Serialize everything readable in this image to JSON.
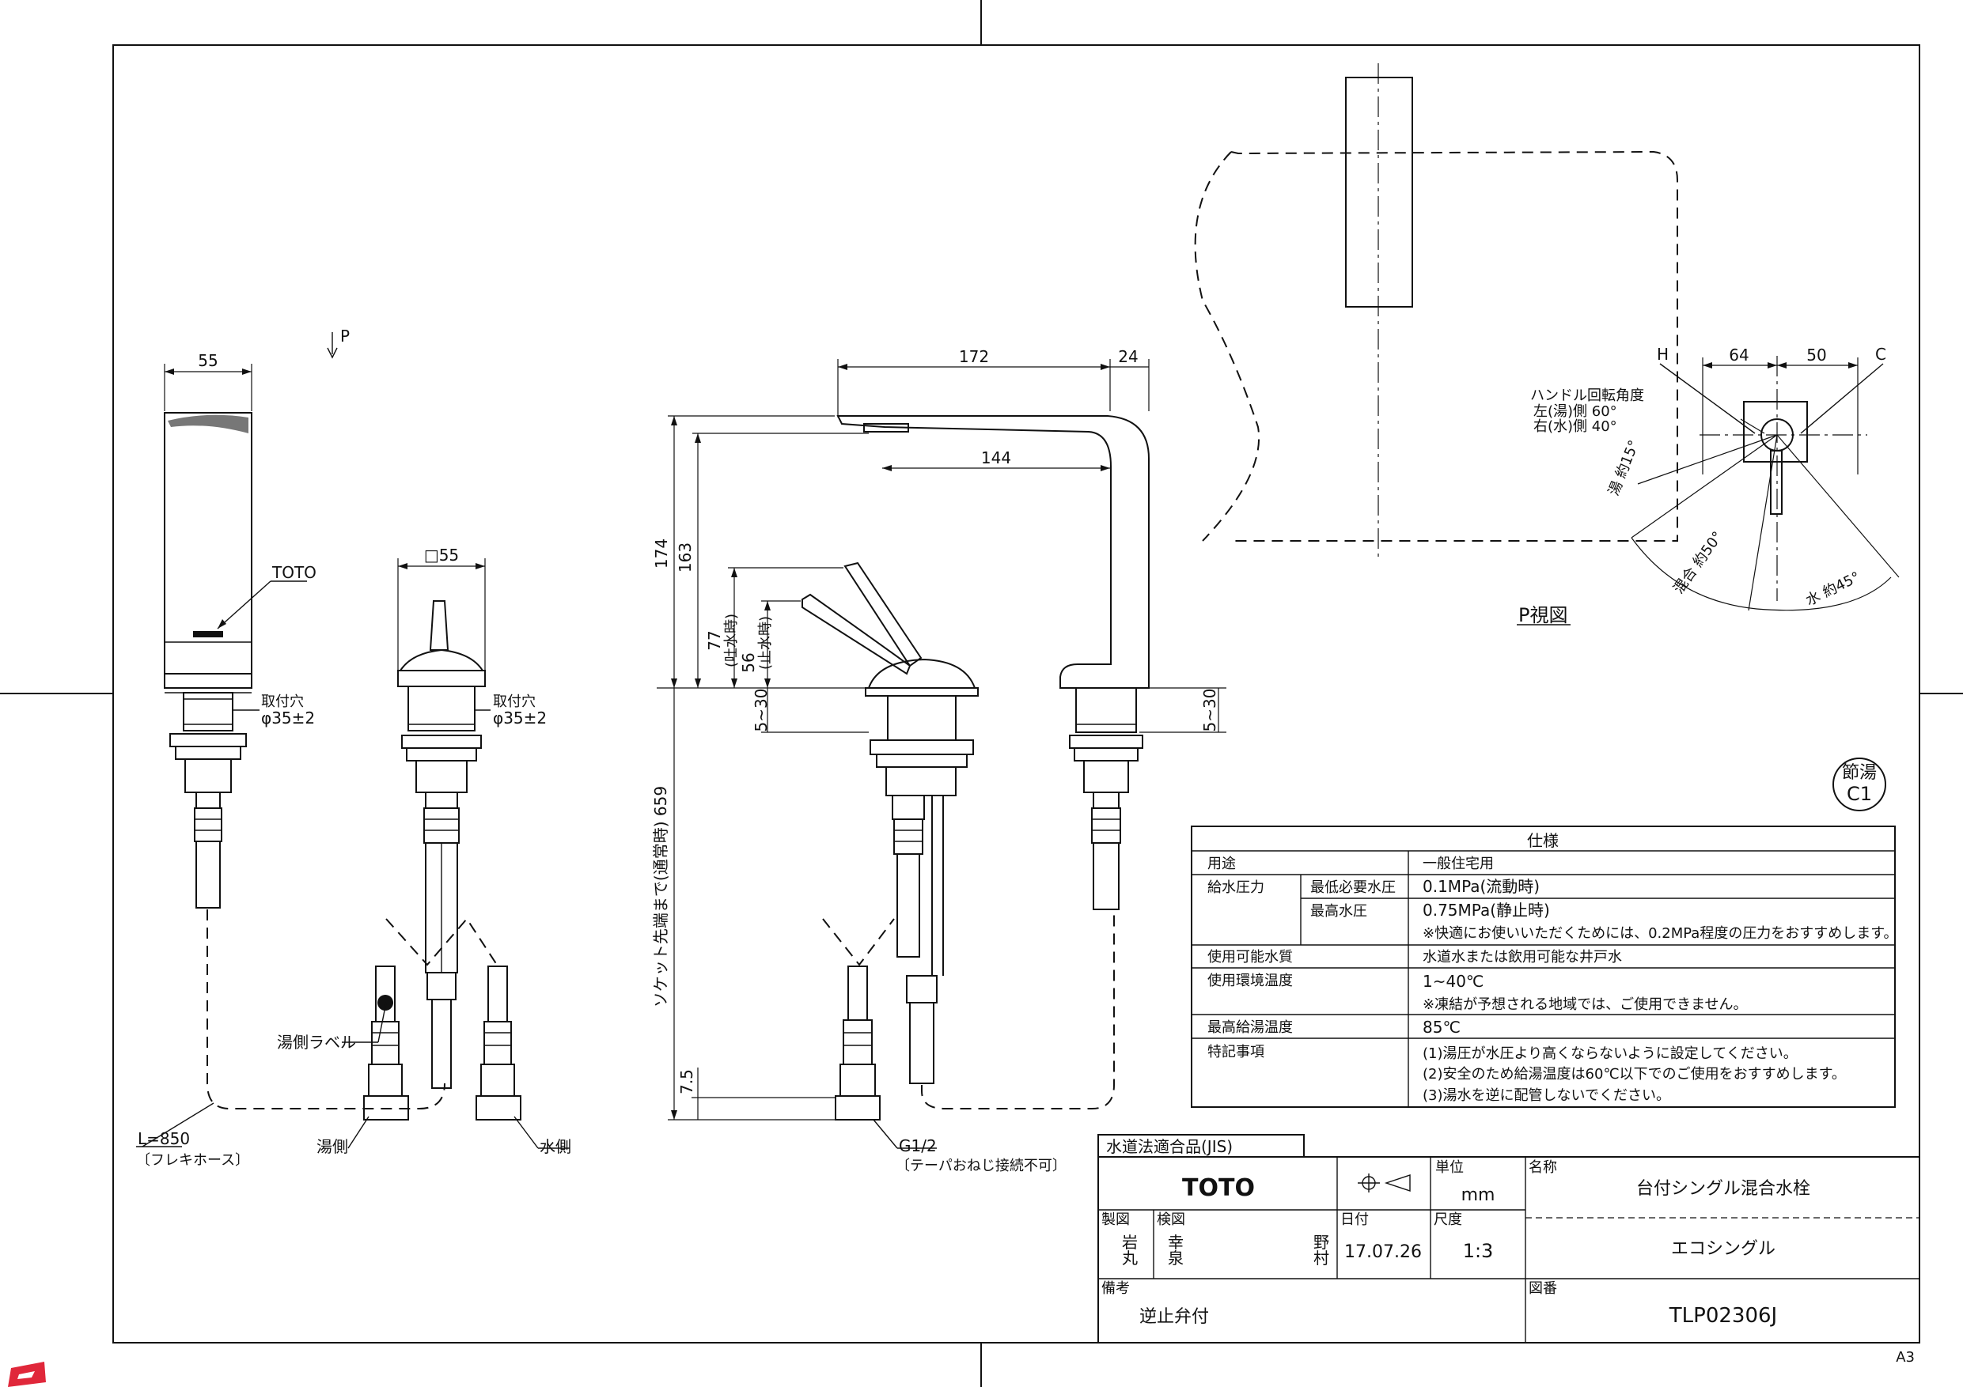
{
  "views": {
    "p_arrow_label": "P",
    "p_view_label": "P視図",
    "left_view": {
      "width_dim": "55",
      "brand_callout": "TOTO",
      "mount_hole_label": "取付穴",
      "mount_hole_dim": "φ35±2",
      "hose_length": "L=850",
      "hose_note": "〔フレキホース〕"
    },
    "middle_view": {
      "square_dim": "□55",
      "mount_hole_label": "取付穴",
      "mount_hole_dim": "φ35±2",
      "hot_label_tag": "湯側ラベル",
      "hot_side": "湯側",
      "cold_side": "水側"
    },
    "side_view": {
      "dim_172": "172",
      "dim_24": "24",
      "dim_144": "144",
      "dim_174": "174",
      "dim_163": "163",
      "dim_77": "77",
      "dim_77_note": "(吐水時)",
      "dim_56": "56",
      "dim_56_note": "(止水時)",
      "dim_5_30_a": "5~30",
      "dim_5_30_b": "5~30",
      "dim_659": "ソケット先端まで(通常時) 659",
      "dim_7_5": "7.5",
      "thread_label": "G1/2",
      "thread_note": "〔テーパおねじ接続不可〕"
    },
    "top_view": {
      "label_h": "H",
      "label_c": "C",
      "dim_64": "64",
      "dim_50": "50",
      "handle_title": "ハンドル回転角度",
      "handle_left": "左(湯)側 60°",
      "handle_right": "右(水)側 40°",
      "hot_angle": "湯 約15°",
      "mix_angle": "混合 約50°",
      "cold_angle": "水 約45°"
    },
    "badge_top": "節湯",
    "badge_bottom": "C1"
  },
  "spec_table": {
    "title": "仕様",
    "rows": [
      {
        "label": "用途",
        "sub": "",
        "value": "一般住宅用"
      },
      {
        "label": "給水圧力",
        "sub": "最低必要水圧",
        "value": "0.1MPa(流動時)"
      },
      {
        "label": "",
        "sub": "最高水圧",
        "value": "0.75MPa(静止時)"
      },
      {
        "label": "",
        "sub": "",
        "value": "※快適にお使いいただくためには、0.2MPa程度の圧力をおすすめします。"
      },
      {
        "label": "使用可能水質",
        "sub": "",
        "value": "水道水または飲用可能な井戸水"
      },
      {
        "label": "使用環境温度",
        "sub": "",
        "value": "1~40℃"
      },
      {
        "label": "",
        "sub": "",
        "value": "※凍結が予想される地域では、ご使用できません。"
      },
      {
        "label": "最高給湯温度",
        "sub": "",
        "value": "85℃"
      },
      {
        "label": "特記事項",
        "sub": "",
        "value": "(1)湯圧が水圧より高くならないように設定してください。"
      },
      {
        "label": "",
        "sub": "",
        "value": "(2)安全のため給湯温度は60℃以下でのご使用をおすすめします。"
      },
      {
        "label": "",
        "sub": "",
        "value": "(3)湯水を逆に配管しないでください。"
      }
    ]
  },
  "title_block": {
    "cert": "水道法適合品(JIS)",
    "logo": "TOTO",
    "unit_label": "単位",
    "unit_value": "mm",
    "name_label": "名称",
    "name_value": "台付シングル混合水栓",
    "sub_name": "エコシングル",
    "drawn_label": "製図",
    "drawn_value_1": "岩",
    "drawn_value_2": "丸",
    "checked_label": "検図",
    "checked_value_1": "幸",
    "checked_value_2": "泉",
    "approved_value_1": "野",
    "approved_value_2": "村",
    "date_label": "日付",
    "date_value": "17.07.26",
    "scale_label": "尺度",
    "scale_value": "1:3",
    "remarks_label": "備考",
    "remarks_value": "逆止弁付",
    "drawing_no_label": "図番",
    "drawing_no_value": "TLP02306J"
  },
  "sheet_size": "A3"
}
